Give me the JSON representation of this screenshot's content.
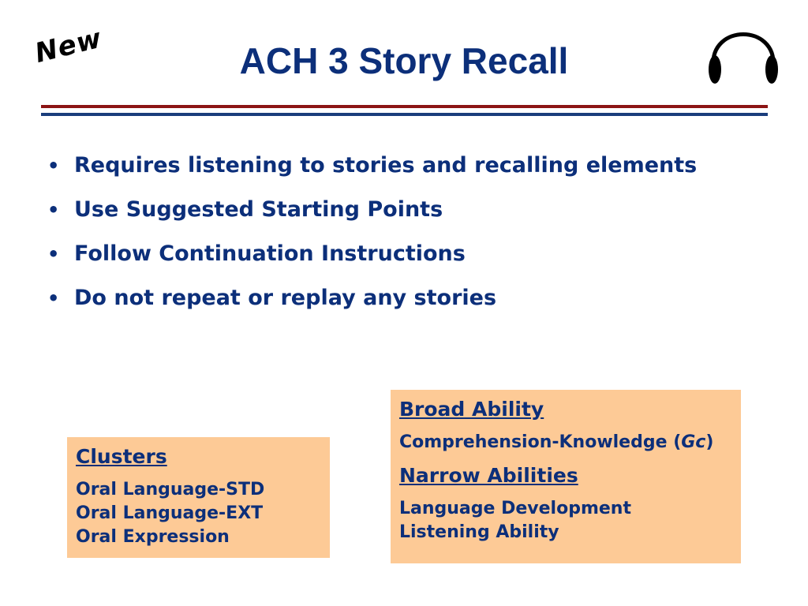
{
  "badge": {
    "text": "New"
  },
  "title": "ACH 3 Story Recall",
  "icons": {
    "headphones": "headphones-icon"
  },
  "bullets": [
    "Requires listening to stories and recalling elements",
    "Use Suggested Starting Points",
    "Follow Continuation Instructions",
    "Do not repeat or replay any stories"
  ],
  "bullet_glyph": "•",
  "clusters": {
    "heading": "Clusters",
    "items": [
      "Oral Language-STD",
      "Oral Language-EXT",
      "Oral Expression"
    ]
  },
  "abilities": {
    "broad_heading": "Broad Ability",
    "broad_text": "Comprehension-Knowledge ",
    "broad_code_open": "(",
    "broad_code": "Gc",
    "broad_code_close": ")",
    "narrow_heading": "Narrow Abilities",
    "narrow_items": [
      "Language Development",
      "Listening Ability"
    ]
  },
  "colors": {
    "title_blue": "#0c2f7a",
    "rule_red": "#8c1414",
    "rule_blue": "#1a3d7c",
    "box_fill": "#fdca96"
  }
}
